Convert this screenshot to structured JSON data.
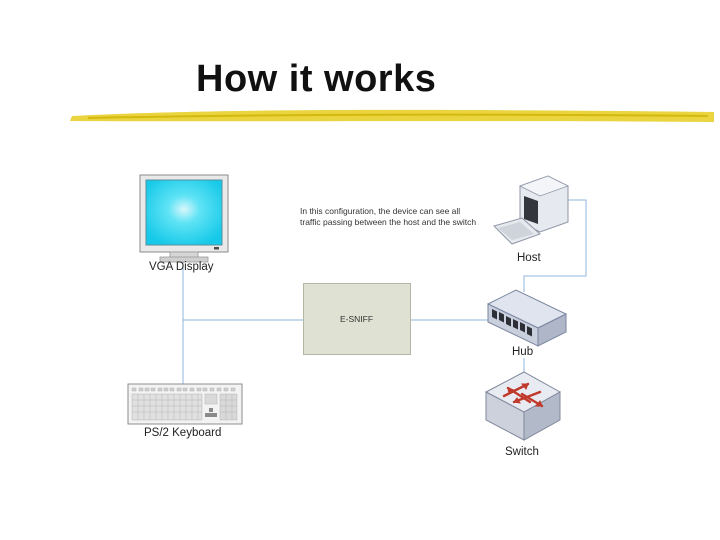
{
  "slide": {
    "title": "How it works"
  },
  "diagram": {
    "note_lines": [
      "In this configuration, the device can see all",
      "traffic passing between the host and the switch"
    ],
    "center_box": "E-SNIFF",
    "nodes": {
      "display": "VGA Display",
      "keyboard": "PS/2 Keyboard",
      "host": "Host",
      "hub": "Hub",
      "switch": "Switch"
    }
  },
  "colors": {
    "underline": "#e8cf2a",
    "screen": "#2fd9f2",
    "box_fill": "#dfe2d3",
    "connector": "#8fb6dc"
  }
}
